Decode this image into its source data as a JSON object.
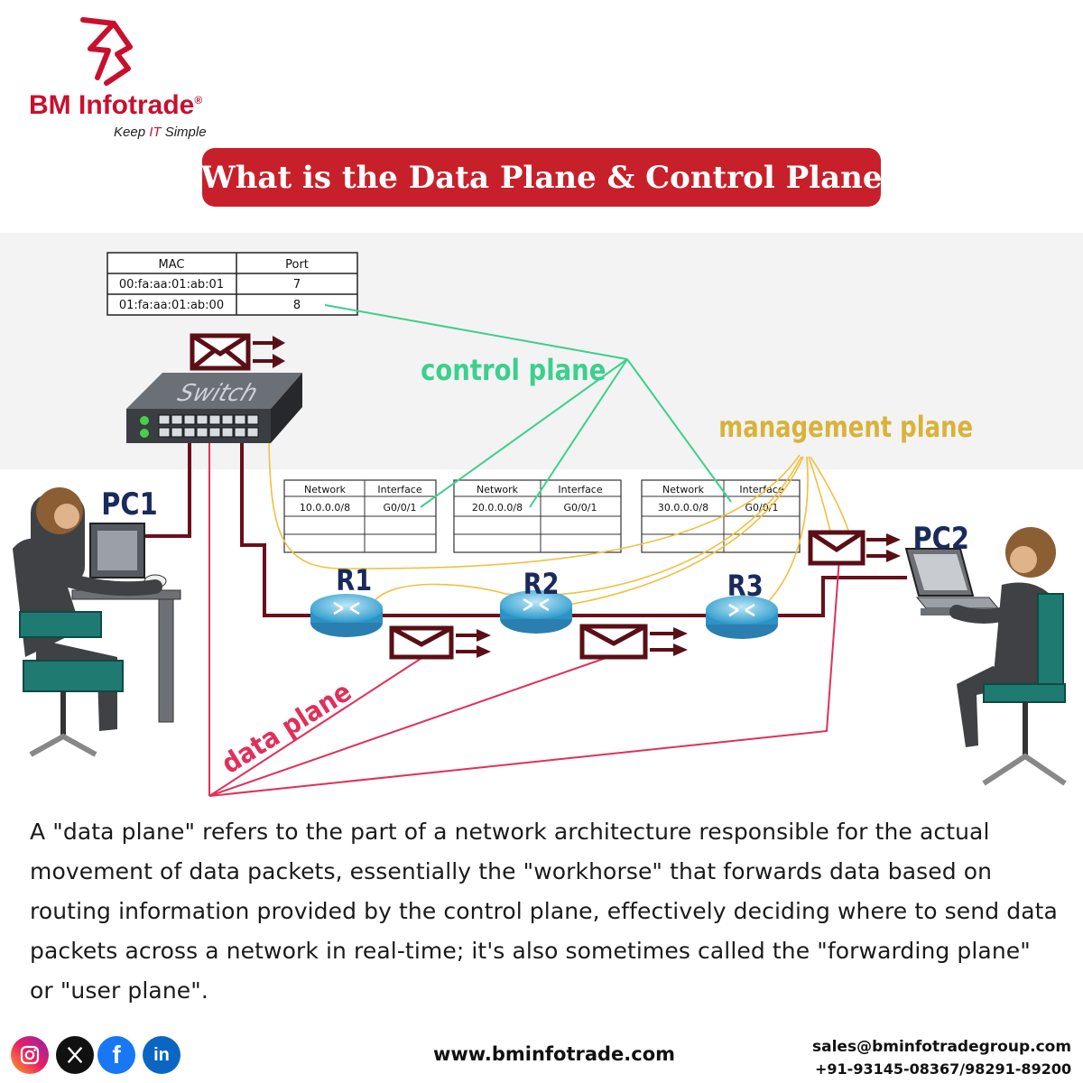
{
  "brand": {
    "name": "BM Infotrade",
    "registered": "®",
    "tagline_pre": "Keep ",
    "tagline_hl": "IT",
    "tagline_post": " Simple",
    "color": "#c8102e"
  },
  "title": "What is the Data Plane & Control Plane",
  "diagram": {
    "mac_table": {
      "headers": [
        "MAC",
        "Port"
      ],
      "rows": [
        [
          "00:fa:aa:01:ab:01",
          "7"
        ],
        [
          "01:fa:aa:01:ab:00",
          "8"
        ]
      ]
    },
    "routing_tables": [
      {
        "headers": [
          "Network",
          "Interface"
        ],
        "row": [
          "10.0.0.0/8",
          "G0/0/1"
        ]
      },
      {
        "headers": [
          "Network",
          "Interface"
        ],
        "row": [
          "20.0.0.0/8",
          "G0/0/1"
        ]
      },
      {
        "headers": [
          "Network",
          "Interface"
        ],
        "row": [
          "30.0.0.0/8",
          "G0/0/1"
        ]
      }
    ],
    "switch_label": "Switch",
    "labels": {
      "control_plane": "control plane",
      "management_plane": "management plane",
      "data_plane": "data plane",
      "pc1": "PC1",
      "pc2": "PC2",
      "r1": "R1",
      "r2": "R2",
      "r3": "R3"
    },
    "colors": {
      "control": "#3ccf8e",
      "management": "#f0c040",
      "data": "#e0305a",
      "link": "#6b0f1a"
    }
  },
  "description": "A \"data plane\" refers to the part of a network architecture responsible for the actual movement of data packets, essentially the \"workhorse\" that forwards data based on routing information provided by the control plane, effectively deciding where to send data packets across a network in real-time; it's also sometimes called the \"forwarding plane\" or \"user plane\".",
  "footer": {
    "social_icons": [
      "instagram-icon",
      "x-icon",
      "facebook-icon",
      "linkedin-icon"
    ],
    "website": "www.bminfotrade.com",
    "email": "sales@bminfotradegroup.com",
    "phone": "+91-93145-08367/98291-89200"
  }
}
